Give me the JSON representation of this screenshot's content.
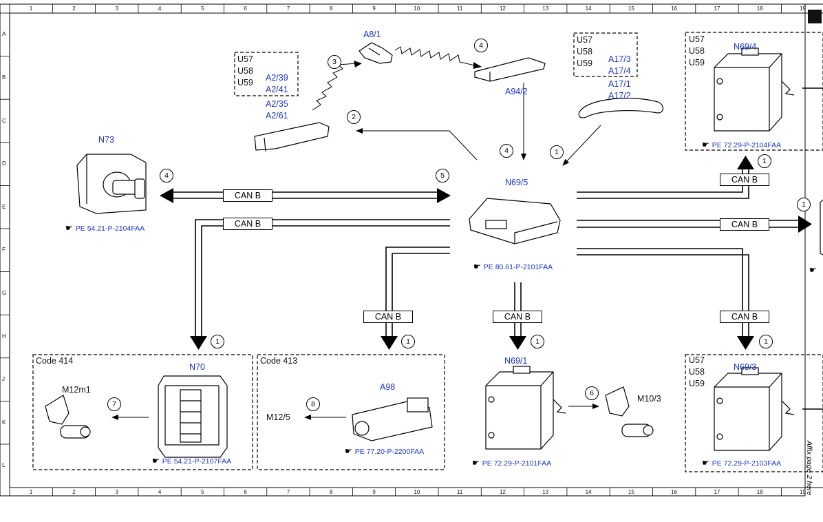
{
  "grid": {
    "columns": [
      "1",
      "2",
      "3",
      "4",
      "5",
      "6",
      "7",
      "8",
      "9",
      "10",
      "11",
      "12",
      "13",
      "14",
      "15",
      "16",
      "17",
      "18",
      "19"
    ],
    "rows": [
      "A",
      "B",
      "C",
      "D",
      "E",
      "F",
      "G",
      "H",
      "J",
      "K",
      "L"
    ]
  },
  "bus_label": "CAN B",
  "variants": [
    "U57",
    "U58",
    "U59"
  ],
  "components": {
    "n73": "N73",
    "a8_1": "A8/1",
    "a94_2": "A94/2",
    "a2_39": "A2/39",
    "a2_41": "A2/41",
    "a2_35": "A2/35",
    "a2_61": "A2/61",
    "a17_3": "A17/3",
    "a17_4": "A17/4",
    "a17_1": "A17/1",
    "a17_2": "A17/2",
    "n69_4": "N69/4",
    "n69_5": "N69/5",
    "n69_1": "N69/1",
    "n69_3": "N69/3",
    "n70": "N70",
    "a98": "A98",
    "m12m1": "M12m1",
    "m12_5": "M12/5",
    "m10_3": "M10/3"
  },
  "codes": {
    "c414": "Code 414",
    "c413": "Code 413"
  },
  "references": {
    "n73": "PE 54.21-P-2104FAA",
    "n69_5": "PE 80.61-P-2101FAA",
    "n69_4": "PE 72.29-P-2104FAA",
    "n70": "PE 54.21-P-2107FAA",
    "a98": "PE 77.20-P-2200FAA",
    "n69_1": "PE 72.29-P-2101FAA",
    "n69_3": "PE 72.29-P-2103FAA"
  },
  "markers": [
    "1",
    "2",
    "3",
    "4",
    "5",
    "6",
    "7",
    "8"
  ],
  "side_note": "Affix page 2 here",
  "colors": {
    "label_blue": "#1a35c8",
    "line": "#000000",
    "background": "#ffffff"
  }
}
